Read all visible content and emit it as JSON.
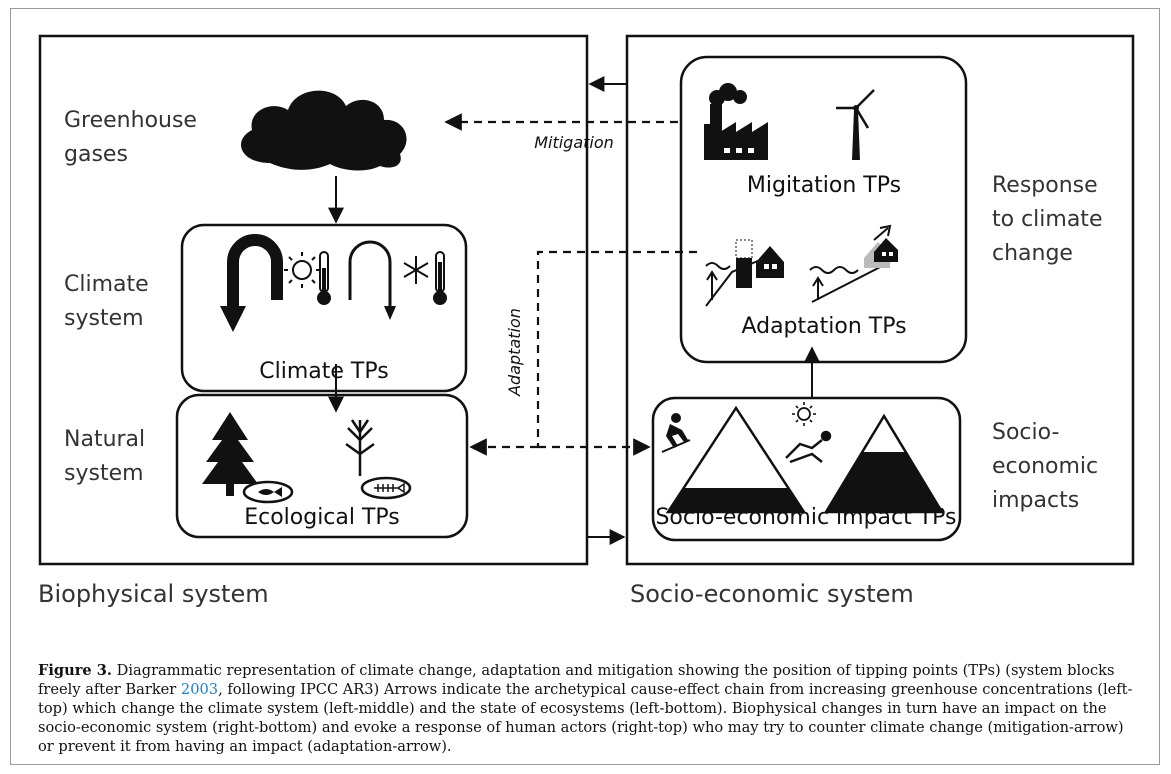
{
  "left_system": {
    "title": "Biophysical system",
    "greenhouse_label": [
      "Greenhouse",
      "gases"
    ],
    "climate_label": [
      "Climate",
      "system"
    ],
    "natural_label": [
      "Natural",
      "system"
    ],
    "climate_box_label": "Climate TPs",
    "ecological_box_label": "Ecological TPs"
  },
  "right_system": {
    "title": "Socio-economic system",
    "response_label": [
      "Response",
      "to climate",
      "change"
    ],
    "socio_label": [
      "Socio-",
      "economic",
      "impacts"
    ],
    "mitigation_box_label": "Migitation TPs",
    "adaptation_box_label": "Adaptation TPs",
    "impact_box_label": "Socio-economic impact TPs"
  },
  "arrows": {
    "mitigation": "Mitigation",
    "adaptation": "Adaptation"
  },
  "caption": {
    "figure_label": "Figure 3.",
    "text_before_ref": " Diagrammatic representation of climate change, adaptation and mitigation showing the position of tipping points (TPs) (system blocks freely after Barker ",
    "ref": "2003",
    "text_after_ref": ", following IPCC AR3) Arrows indicate the archetypical cause-effect chain from increasing greenhouse concentrations (left-top) which change the climate system (left-middle) and the state of ecosystems (left-bottom). Biophysical changes in turn have an impact on the socio-economic system (right-bottom) and evoke a response of human actors (right-top) who may try to counter climate change (mitigation-arrow) or prevent it from having an impact (adaptation-arrow)."
  }
}
